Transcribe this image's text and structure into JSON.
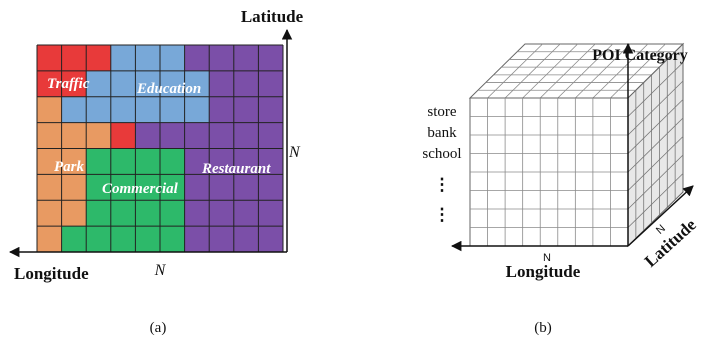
{
  "panel_a": {
    "latitude_label": "Latitude",
    "longitude_label": "Longitude",
    "n_right": "N",
    "n_bottom": "N",
    "regions": {
      "traffic": "Traffic",
      "education": "Education",
      "park": "Park",
      "commercial": "Commercial",
      "restaurant": "Restaurant"
    },
    "grid": {
      "cols": 10,
      "rows": 8,
      "cells": [
        "RRRBBBPPPP",
        "RRBBBBBPPP",
        "OBBBBBBPPP",
        "OOORPPPPPP",
        "OOGGGGPPPP",
        "OOGGGGPPPP",
        "OOGGGGPPPP",
        "OGGGGGPPPP"
      ]
    },
    "colors": {
      "R": "#e83a3a",
      "B": "#78a8d8",
      "P": "#7b4fa8",
      "O": "#e89a62",
      "G": "#2db96a"
    },
    "caption": "(a)"
  },
  "panel_b": {
    "poi_label": "POI Category",
    "longitude_label": "Longitude",
    "latitude_label": "Latitude",
    "n_bottom": "N",
    "n_side": "N",
    "categories": [
      "store",
      "bank",
      "school"
    ],
    "ellipsis": "⋮",
    "caption": "(b)"
  }
}
